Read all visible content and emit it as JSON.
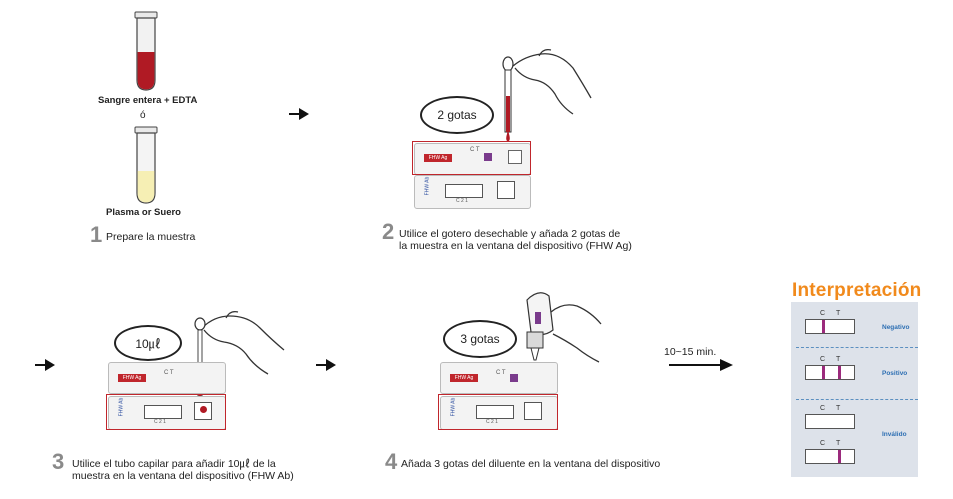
{
  "step1": {
    "tube_top_label": "Sangre entera + EDTA",
    "or_text": "ó",
    "tube_bottom_label": "Plasma or Suero",
    "number": "1",
    "text": "Prepare la muestra"
  },
  "step2": {
    "bubble": "2 gotas",
    "number": "2",
    "text_line1": "Utilice el gotero desechable y añada 2 gotas de",
    "text_line2": "la muestra en la ventana del dispositivo  (FHW Ag)"
  },
  "step3": {
    "bubble": "10㎕",
    "number": "3",
    "text_line1": "Utilice el tubo capilar para añadir 10㎕ de la",
    "text_line2": "muestra en la ventana del dispositivo (FHW Ab)"
  },
  "step4": {
    "bubble": "3 gotas",
    "number": "4",
    "text": "Añada 3 gotas del diluente en la ventana del dispositivo"
  },
  "timer": "10~15 min.",
  "device": {
    "ag_label": "FHW Ag",
    "ab_label": "FHW Ab",
    "ct_label": "C  T",
    "c21_label": "C  2  1"
  },
  "interpretation": {
    "title": "Interpretación",
    "c_label": "C",
    "t_label": "T",
    "negative": "Negativo",
    "positive": "Positivo",
    "invalid": "Inválido"
  },
  "colors": {
    "blood": "#b01a24",
    "plasma": "#f6efb4",
    "highlight_box": "#c0262c",
    "title_orange": "#f18a1c",
    "result_blue": "#2d6fb3",
    "line_purple": "#9b2a7c"
  }
}
